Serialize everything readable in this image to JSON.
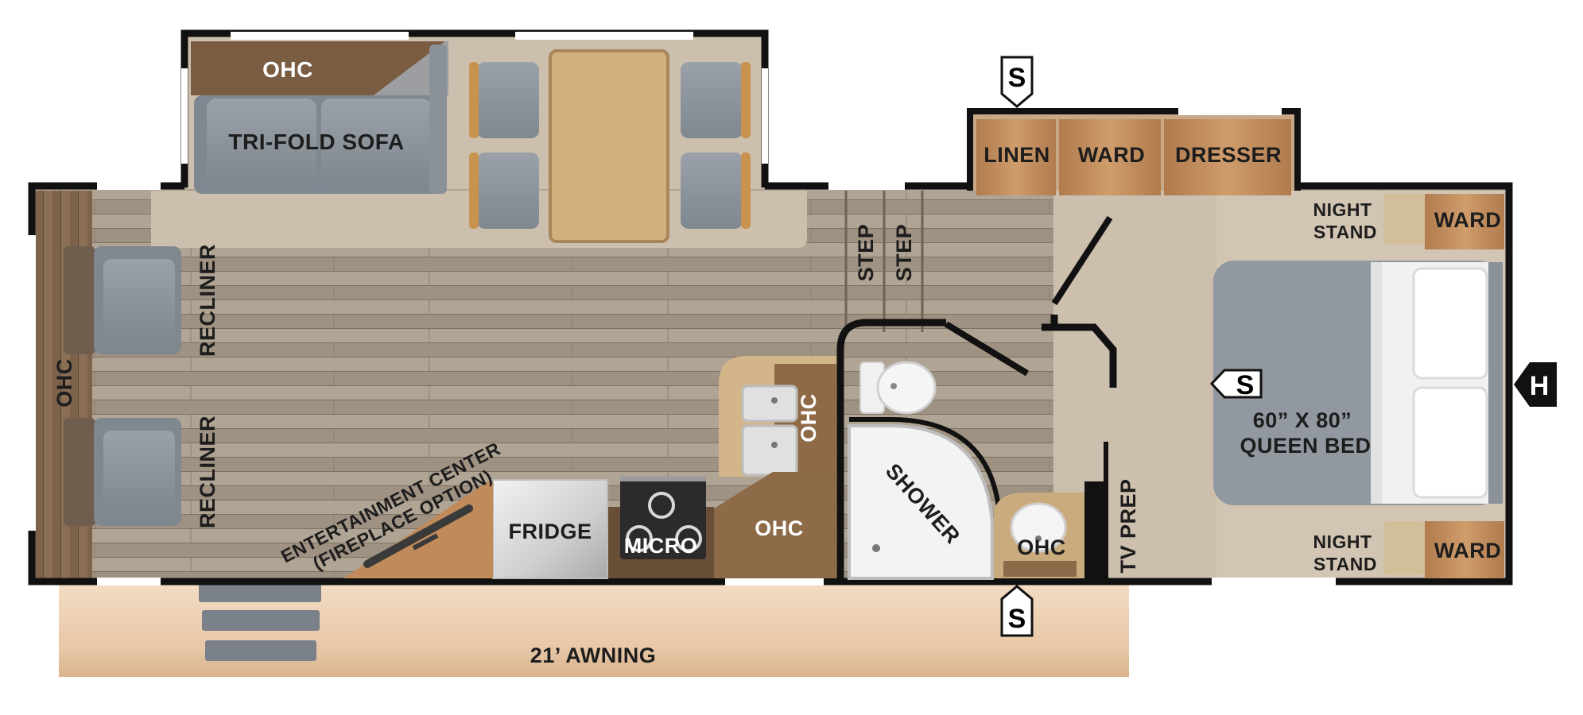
{
  "labels": {
    "ohc_slide": "OHC",
    "tri_fold_sofa": "TRI-FOLD SOFA",
    "linen": "LINEN",
    "ward_top": "WARD",
    "dresser": "DRESSER",
    "night_stand_top": "NIGHT\nSTAND",
    "ward_bed_top": "WARD",
    "recliner_top": "RECLINER",
    "recliner_bottom": "RECLINER",
    "ohc_front": "OHC",
    "step_1": "STEP",
    "step_2": "STEP",
    "ohc_sink": "OHC",
    "queen_bed": "60” X 80”\nQUEEN BED",
    "shower": "SHOWER",
    "entertainment_center": "ENTERTAINMENT CENTER\n(FIREPLACE OPTION)",
    "fridge": "FRIDGE",
    "micro": "MICRO",
    "ohc_kitchen": "OHC",
    "ohc_bath": "OHC",
    "tv_prep": "TV PREP",
    "night_stand_bottom": "NIGHT\nSTAND",
    "ward_bed_bottom": "WARD",
    "awning": "21’ AWNING"
  },
  "signs": {
    "speaker_top": "S",
    "speaker_bed": "S",
    "speaker_bottom": "S",
    "hitch": "H"
  },
  "colors": {
    "wall": "#111111",
    "floor_wood": "#a39686",
    "carpet_tan": "#cdbfad",
    "furniture_gray": "#8f979f",
    "cabinet_wood": "#c08a5a",
    "dark_wood": "#8a6a48",
    "awning_tan": "#e8c9a8"
  }
}
